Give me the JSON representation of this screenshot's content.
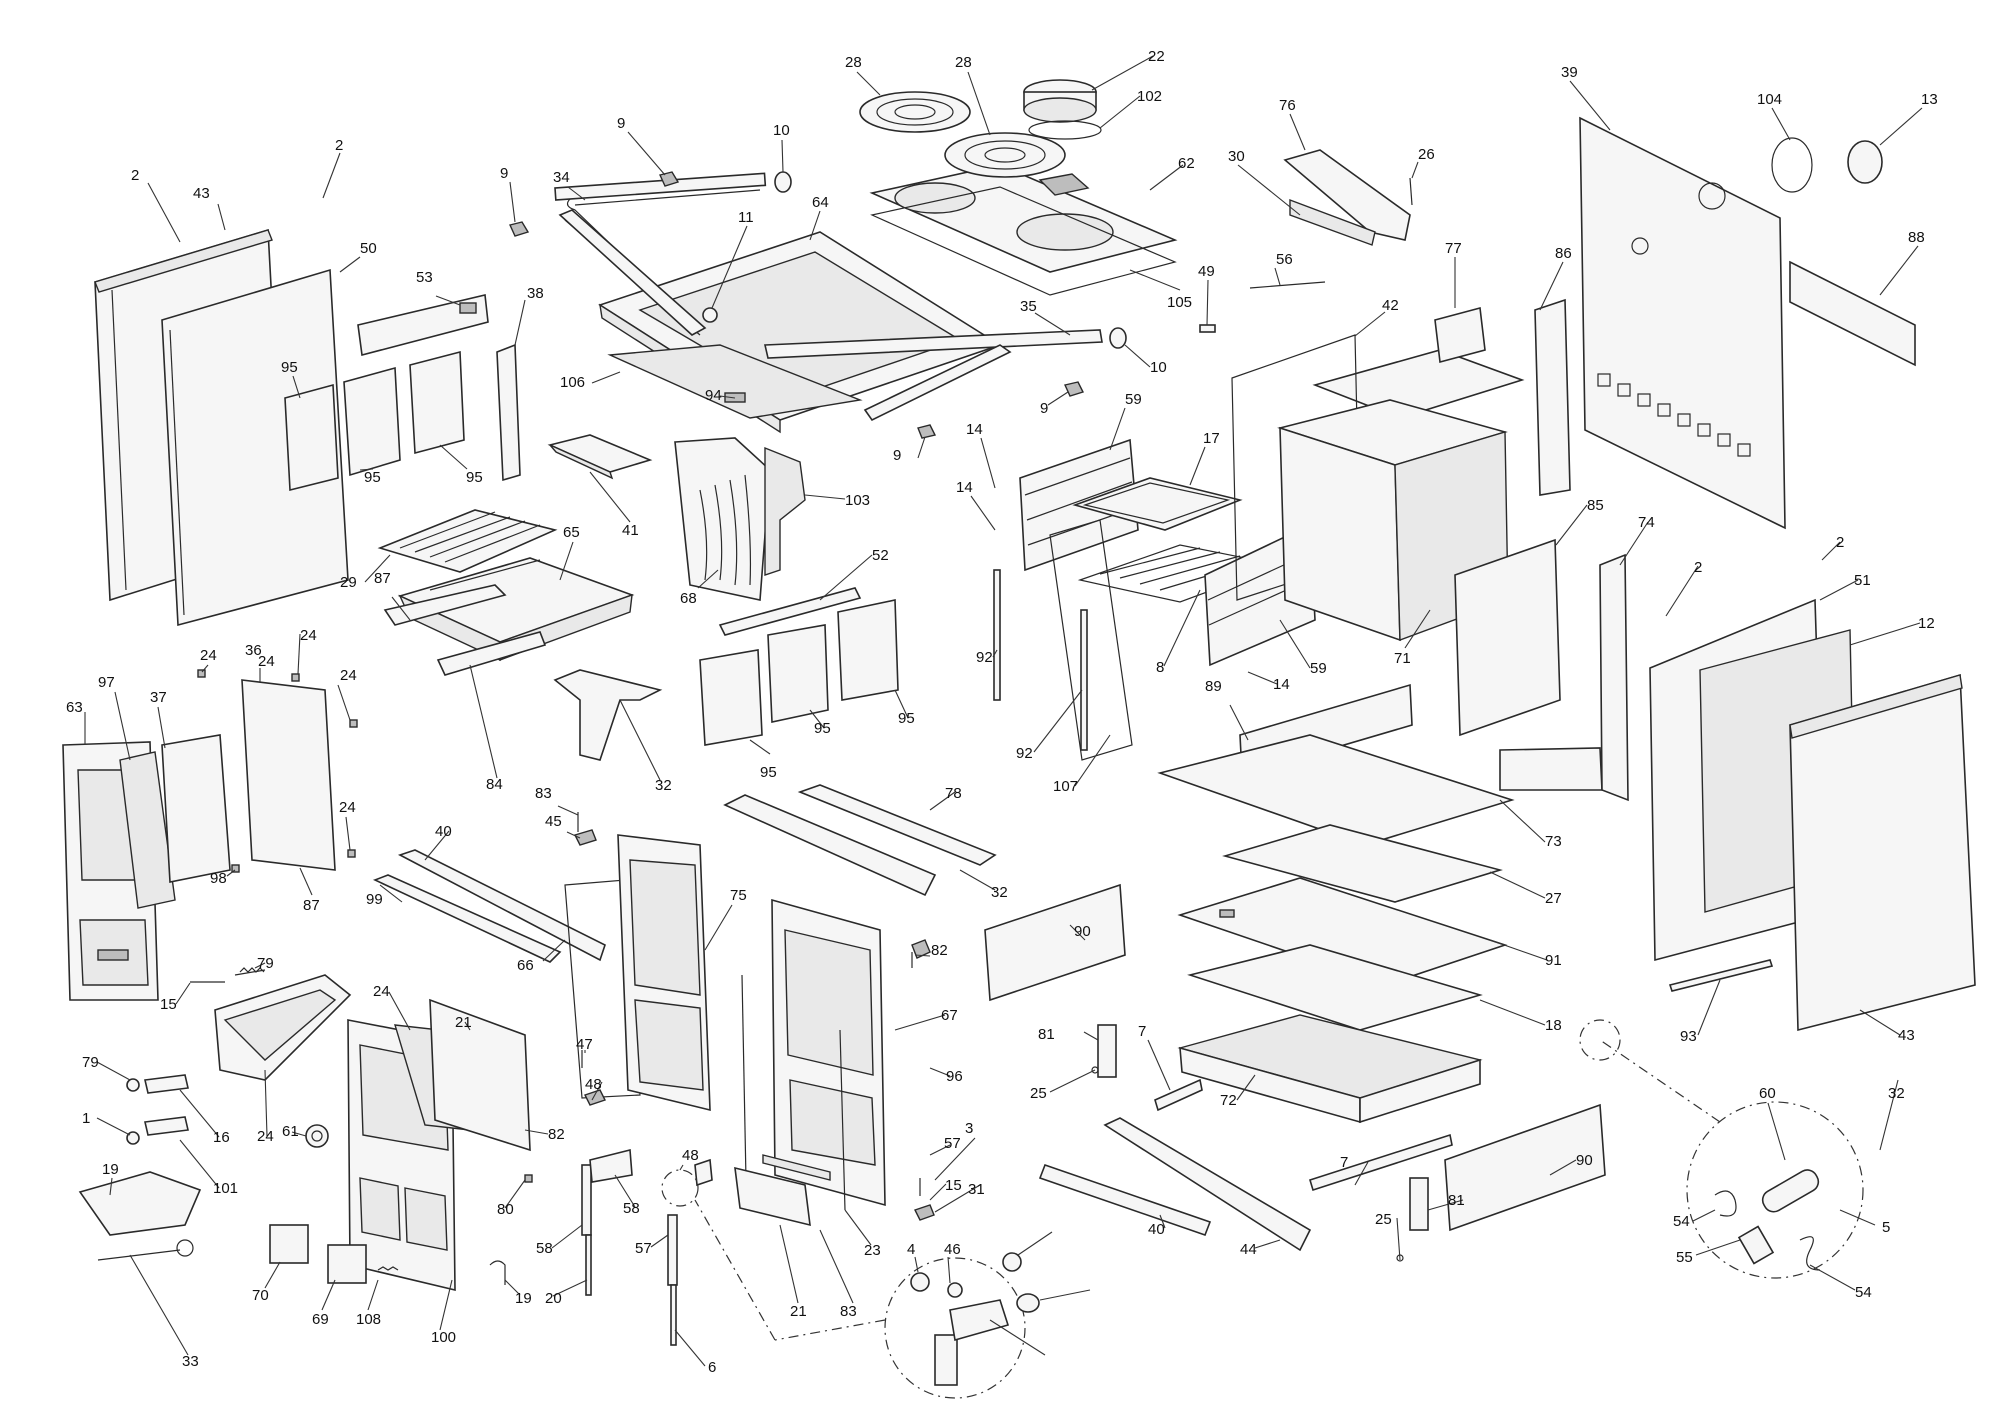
{
  "diagram": {
    "colors": {
      "line": "#2a2a2a",
      "fill": "#f6f6f6",
      "background": "#ffffff"
    },
    "callouts": [
      {
        "id": "c1",
        "label": "2"
      },
      {
        "id": "c2",
        "label": "43"
      },
      {
        "id": "c3",
        "label": "2"
      },
      {
        "id": "c4",
        "label": "50"
      },
      {
        "id": "c5",
        "label": "53"
      },
      {
        "id": "c6",
        "label": "38"
      },
      {
        "id": "c7",
        "label": "95"
      },
      {
        "id": "c8",
        "label": "95"
      },
      {
        "id": "c9",
        "label": "95"
      },
      {
        "id": "c10",
        "label": "9"
      },
      {
        "id": "c11",
        "label": "9"
      },
      {
        "id": "c12",
        "label": "34"
      },
      {
        "id": "c13",
        "label": "10"
      },
      {
        "id": "c14",
        "label": "11"
      },
      {
        "id": "c15",
        "label": "64"
      },
      {
        "id": "c16",
        "label": "28"
      },
      {
        "id": "c17",
        "label": "28"
      },
      {
        "id": "c18",
        "label": "22"
      },
      {
        "id": "c19",
        "label": "102"
      },
      {
        "id": "c20",
        "label": "62"
      },
      {
        "id": "c21",
        "label": "105"
      },
      {
        "id": "c22",
        "label": "35"
      },
      {
        "id": "c23",
        "label": "10"
      },
      {
        "id": "c24",
        "label": "106"
      },
      {
        "id": "c25",
        "label": "94"
      },
      {
        "id": "c26",
        "label": "9"
      },
      {
        "id": "c27",
        "label": "9"
      },
      {
        "id": "c28",
        "label": "41"
      },
      {
        "id": "c29",
        "label": "103"
      },
      {
        "id": "c30",
        "label": "29"
      },
      {
        "id": "c31",
        "label": "65"
      },
      {
        "id": "c32",
        "label": "68"
      },
      {
        "id": "c33",
        "label": "76"
      },
      {
        "id": "c34",
        "label": "30"
      },
      {
        "id": "c35",
        "label": "26"
      },
      {
        "id": "c36",
        "label": "49"
      },
      {
        "id": "c37",
        "label": "56"
      },
      {
        "id": "c38",
        "label": "77"
      },
      {
        "id": "c39",
        "label": "42"
      },
      {
        "id": "c40",
        "label": "59"
      },
      {
        "id": "c41",
        "label": "17"
      },
      {
        "id": "c42",
        "label": "14"
      },
      {
        "id": "c43",
        "label": "14"
      },
      {
        "id": "c44",
        "label": "86"
      },
      {
        "id": "c45",
        "label": "39"
      },
      {
        "id": "c46",
        "label": "104"
      },
      {
        "id": "c47",
        "label": "13"
      },
      {
        "id": "c48",
        "label": "88"
      },
      {
        "id": "c49",
        "label": "85"
      },
      {
        "id": "c50",
        "label": "74"
      },
      {
        "id": "c51",
        "label": "2"
      },
      {
        "id": "c52",
        "label": "2"
      },
      {
        "id": "c53",
        "label": "51"
      },
      {
        "id": "c54",
        "label": "12"
      },
      {
        "id": "c55",
        "label": "71"
      },
      {
        "id": "c56",
        "label": "8"
      },
      {
        "id": "c57",
        "label": "59"
      },
      {
        "id": "c58",
        "label": "14"
      },
      {
        "id": "c59",
        "label": "92"
      },
      {
        "id": "c60",
        "label": "92"
      },
      {
        "id": "c61",
        "label": "107"
      },
      {
        "id": "c62",
        "label": "52"
      },
      {
        "id": "c63",
        "label": "95"
      },
      {
        "id": "c64",
        "label": "95"
      },
      {
        "id": "c65",
        "label": "95"
      },
      {
        "id": "c66",
        "label": "89"
      },
      {
        "id": "c67",
        "label": "73"
      },
      {
        "id": "c68",
        "label": "27"
      },
      {
        "id": "c69",
        "label": "91"
      },
      {
        "id": "c70",
        "label": "18"
      },
      {
        "id": "c71",
        "label": "72"
      },
      {
        "id": "c72",
        "label": "7"
      },
      {
        "id": "c73",
        "label": "7"
      },
      {
        "id": "c74",
        "label": "90"
      },
      {
        "id": "c75",
        "label": "90"
      },
      {
        "id": "c76",
        "label": "81"
      },
      {
        "id": "c77",
        "label": "81"
      },
      {
        "id": "c78",
        "label": "25"
      },
      {
        "id": "c79",
        "label": "25"
      },
      {
        "id": "c80",
        "label": "40"
      },
      {
        "id": "c81",
        "label": "44"
      },
      {
        "id": "c82",
        "label": "93"
      },
      {
        "id": "c83",
        "label": "43"
      },
      {
        "id": "c84",
        "label": "60"
      },
      {
        "id": "c85",
        "label": "32"
      },
      {
        "id": "c86",
        "label": "54"
      },
      {
        "id": "c87",
        "label": "55"
      },
      {
        "id": "c88",
        "label": "54"
      },
      {
        "id": "c89",
        "label": "5"
      },
      {
        "id": "c90",
        "label": "63"
      },
      {
        "id": "c91",
        "label": "97"
      },
      {
        "id": "c92",
        "label": "37"
      },
      {
        "id": "c93",
        "label": "24"
      },
      {
        "id": "c94",
        "label": "24"
      },
      {
        "id": "c95",
        "label": "36"
      },
      {
        "id": "c96",
        "label": "24"
      },
      {
        "id": "c97",
        "label": "24"
      },
      {
        "id": "c98",
        "label": "24"
      },
      {
        "id": "c99",
        "label": "98"
      },
      {
        "id": "c100",
        "label": "87"
      },
      {
        "id": "c101",
        "label": "87"
      },
      {
        "id": "c102",
        "label": "84"
      },
      {
        "id": "c103",
        "label": "32"
      },
      {
        "id": "c104",
        "label": "83"
      },
      {
        "id": "c105",
        "label": "45"
      },
      {
        "id": "c106",
        "label": "40"
      },
      {
        "id": "c107",
        "label": "99"
      },
      {
        "id": "c108",
        "label": "66"
      },
      {
        "id": "c109",
        "label": "75"
      },
      {
        "id": "c110",
        "label": "78"
      },
      {
        "id": "c111",
        "label": "32"
      },
      {
        "id": "c112",
        "label": "82"
      },
      {
        "id": "c113",
        "label": "67"
      },
      {
        "id": "c114",
        "label": "96"
      },
      {
        "id": "c115",
        "label": "57"
      },
      {
        "id": "c116",
        "label": "15"
      },
      {
        "id": "c117",
        "label": "79"
      },
      {
        "id": "c118",
        "label": "15"
      },
      {
        "id": "c119",
        "label": "79"
      },
      {
        "id": "c120",
        "label": "16"
      },
      {
        "id": "c121",
        "label": "1"
      },
      {
        "id": "c122",
        "label": "101"
      },
      {
        "id": "c123",
        "label": "24"
      },
      {
        "id": "c124",
        "label": "61"
      },
      {
        "id": "c125",
        "label": "24"
      },
      {
        "id": "c126",
        "label": "21"
      },
      {
        "id": "c127",
        "label": "82"
      },
      {
        "id": "c128",
        "label": "80"
      },
      {
        "id": "c129",
        "label": "47"
      },
      {
        "id": "c130",
        "label": "48"
      },
      {
        "id": "c131",
        "label": "48"
      },
      {
        "id": "c132",
        "label": "58"
      },
      {
        "id": "c133",
        "label": "58"
      },
      {
        "id": "c134",
        "label": "57"
      },
      {
        "id": "c135",
        "label": "20"
      },
      {
        "id": "c136",
        "label": "6"
      },
      {
        "id": "c137",
        "label": "19"
      },
      {
        "id": "c138",
        "label": "19"
      },
      {
        "id": "c139",
        "label": "33"
      },
      {
        "id": "c140",
        "label": "70"
      },
      {
        "id": "c141",
        "label": "69"
      },
      {
        "id": "c142",
        "label": "108"
      },
      {
        "id": "c143",
        "label": "100"
      },
      {
        "id": "c144",
        "label": "21"
      },
      {
        "id": "c145",
        "label": "83"
      },
      {
        "id": "c146",
        "label": "23"
      },
      {
        "id": "c147",
        "label": "3"
      },
      {
        "id": "c148",
        "label": "31"
      },
      {
        "id": "c149",
        "label": "4"
      },
      {
        "id": "c150",
        "label": "46"
      }
    ]
  }
}
